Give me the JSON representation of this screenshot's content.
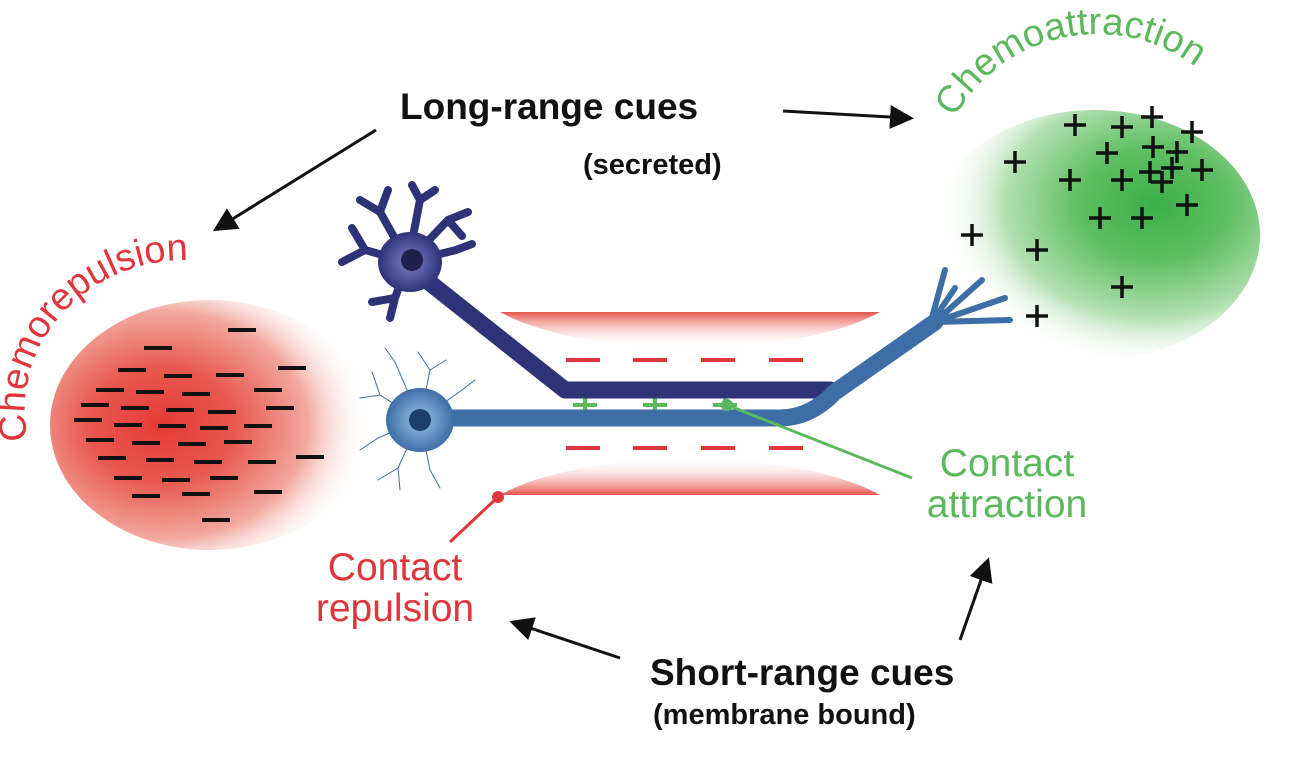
{
  "labels": {
    "long_range_title": "Long-range cues",
    "long_range_sub": "(secreted)",
    "short_range_title": "Short-range cues",
    "short_range_sub": "(membrane bound)",
    "chemorepulsion": "Chemorepulsion",
    "chemoattraction": "Chemoattraction",
    "contact_repulsion_line1": "Contact",
    "contact_repulsion_line2": "repulsion",
    "contact_attraction_line1": "Contact",
    "contact_attraction_line2": "attraction"
  },
  "colors": {
    "repulsion": "#e0353b",
    "attraction": "#5cb85c",
    "neuron_dark": "#2e3378",
    "neuron_light": "#3d6ea5",
    "arrow": "#111111"
  },
  "symbols": {
    "negative_charge": "−",
    "positive_charge": "+"
  }
}
